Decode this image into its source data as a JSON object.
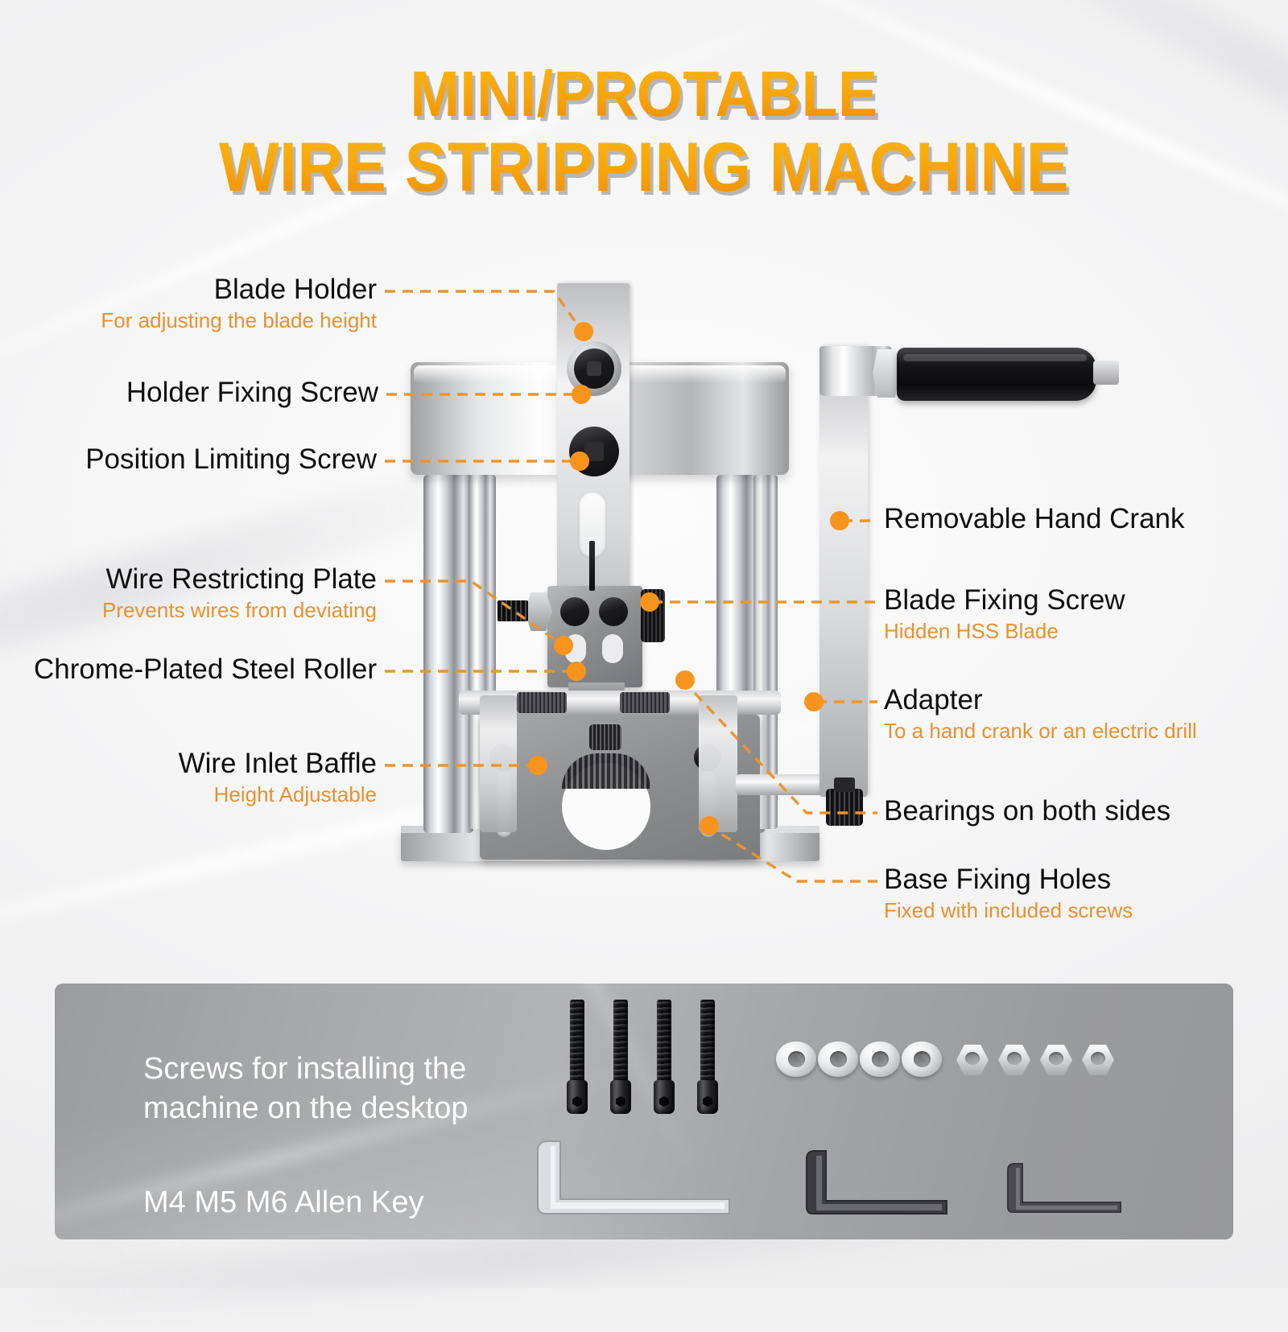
{
  "title": {
    "line1": "MINI/PROTABLE",
    "line2": "WIRE STRIPPING MACHINE",
    "color": "#F7A309",
    "shadow_color": "#828282"
  },
  "theme": {
    "label_color": "#0f0f0f",
    "sublabel_color": "#E79130",
    "leader_color": "#E8962E",
    "dot_color": "#F7941E",
    "panel_text_color": "#ffffff",
    "background": "#f2f2f3"
  },
  "callouts": {
    "left": [
      {
        "label": "Blade Holder",
        "sub": "For adjusting the blade height",
        "dot_name": "blade-holder-dot"
      },
      {
        "label": "Holder Fixing Screw",
        "sub": "",
        "dot_name": "holder-fixing-screw-dot"
      },
      {
        "label": "Position Limiting Screw",
        "sub": "",
        "dot_name": "position-limiting-screw-dot"
      },
      {
        "label": "Wire Restricting Plate",
        "sub": "Prevents wires from deviating",
        "dot_name": "wire-restricting-plate-dot"
      },
      {
        "label": "Chrome-Plated Steel Roller",
        "sub": "",
        "dot_name": "chrome-plated-steel-roller-dot"
      },
      {
        "label": "Wire Inlet Baffle",
        "sub": "Height Adjustable",
        "dot_name": "wire-inlet-baffle-dot"
      }
    ],
    "right": [
      {
        "label": "Removable Hand Crank",
        "sub": "",
        "dot_name": "removable-hand-crank-dot"
      },
      {
        "label": "Blade Fixing Screw",
        "sub": "Hidden HSS Blade",
        "dot_name": "blade-fixing-screw-dot"
      },
      {
        "label": "Adapter",
        "sub": "To a hand crank or an electric drill",
        "dot_name": "adapter-dot"
      },
      {
        "label": "Bearings on both sides",
        "sub": "",
        "dot_name": "bearings-dot"
      },
      {
        "label": "Base Fixing Holes",
        "sub": "Fixed with included screws",
        "dot_name": "base-fixing-holes-dot"
      }
    ]
  },
  "accessory_panel": {
    "text_line1": "Screws for installing the",
    "text_line2": "machine on the desktop",
    "text_line3": "M4 M5 M6 Allen Key",
    "items": {
      "screws_count": 4,
      "washers_count": 4,
      "nuts_count": 4,
      "allen_keys_count": 3
    }
  }
}
